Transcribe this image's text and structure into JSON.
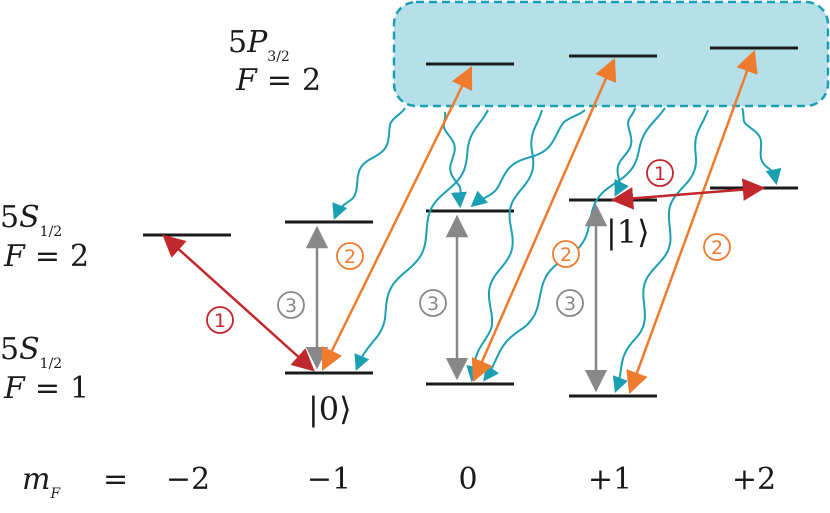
{
  "colors": {
    "level": "#1a1a1a",
    "red": "#c0282e",
    "orange": "#ef7b2e",
    "gray": "#888888",
    "teal": "#1b9fb3",
    "box_fill": "#b6e0e9",
    "box_stroke": "#1b9fb3"
  },
  "levels": {
    "p32": {
      "n": "5",
      "sym": "P",
      "sub": "3/2",
      "F": "F",
      "eq": "=",
      "Fval": "2"
    },
    "s12_F2": {
      "n": "5",
      "sym": "S",
      "sub": "1/2",
      "F": "F",
      "eq": "=",
      "Fval": "2"
    },
    "s12_F1": {
      "n": "5",
      "sym": "S",
      "sub": "1/2",
      "F": "F",
      "eq": "=",
      "Fval": "1"
    }
  },
  "states": {
    "zero": "|0⟩",
    "one": "|1⟩"
  },
  "mF_axis": {
    "m": "m",
    "sub": "F",
    "eq": "=",
    "values": [
      "−2",
      "−1",
      "0",
      "+1",
      "+2"
    ]
  },
  "transitions": {
    "one": "1",
    "two": "2",
    "three": "3"
  }
}
